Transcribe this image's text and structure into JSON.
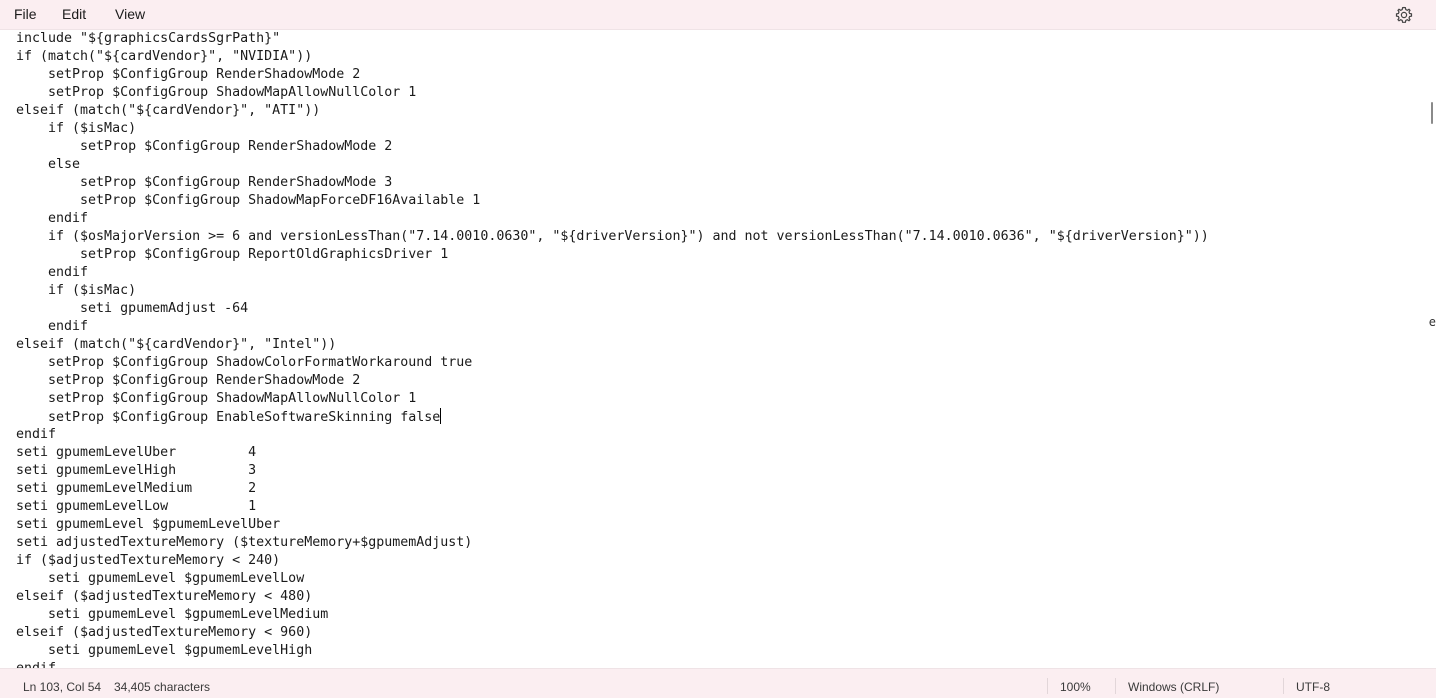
{
  "menu": {
    "file": "File",
    "edit": "Edit",
    "view": "View"
  },
  "icons": {
    "settings": "gear-icon"
  },
  "editor": {
    "lines": [
      "include \"${graphicsCardsSgrPath}\"",
      "if (match(\"${cardVendor}\", \"NVIDIA\"))",
      "    setProp $ConfigGroup RenderShadowMode 2",
      "    setProp $ConfigGroup ShadowMapAllowNullColor 1",
      "elseif (match(\"${cardVendor}\", \"ATI\"))",
      "    if ($isMac)",
      "        setProp $ConfigGroup RenderShadowMode 2",
      "    else",
      "        setProp $ConfigGroup RenderShadowMode 3",
      "        setProp $ConfigGroup ShadowMapForceDF16Available 1",
      "    endif",
      "    if ($osMajorVersion >= 6 and versionLessThan(\"7.14.0010.0630\", \"${driverVersion}\") and not versionLessThan(\"7.14.0010.0636\", \"${driverVersion}\"))",
      "        setProp $ConfigGroup ReportOldGraphicsDriver 1",
      "    endif",
      "    if ($isMac)",
      "        seti gpumemAdjust -64",
      "    endif",
      "elseif (match(\"${cardVendor}\", \"Intel\"))",
      "    setProp $ConfigGroup ShadowColorFormatWorkaround true",
      "    setProp $ConfigGroup RenderShadowMode 2",
      "    setProp $ConfigGroup ShadowMapAllowNullColor 1",
      "    setProp $ConfigGroup EnableSoftwareSkinning false",
      "endif",
      "seti gpumemLevelUber         4",
      "seti gpumemLevelHigh         3",
      "seti gpumemLevelMedium       2",
      "seti gpumemLevelLow          1",
      "seti gpumemLevel $gpumemLevelUber",
      "seti adjustedTextureMemory ($textureMemory+$gpumemAdjust)",
      "if ($adjustedTextureMemory < 240)",
      "    seti gpumemLevel $gpumemLevelLow",
      "elseif ($adjustedTextureMemory < 480)",
      "    seti gpumemLevel $gpumemLevelMedium",
      "elseif ($adjustedTextureMemory < 960)",
      "    seti gpumemLevel $gpumemLevelHigh",
      "endif"
    ],
    "caret_line": 21,
    "overflow_glyph": "e"
  },
  "status": {
    "position": "Ln 103, Col 54",
    "characters": "34,405 characters",
    "zoom": "100%",
    "line_ending": "Windows (CRLF)",
    "encoding": "UTF-8"
  }
}
